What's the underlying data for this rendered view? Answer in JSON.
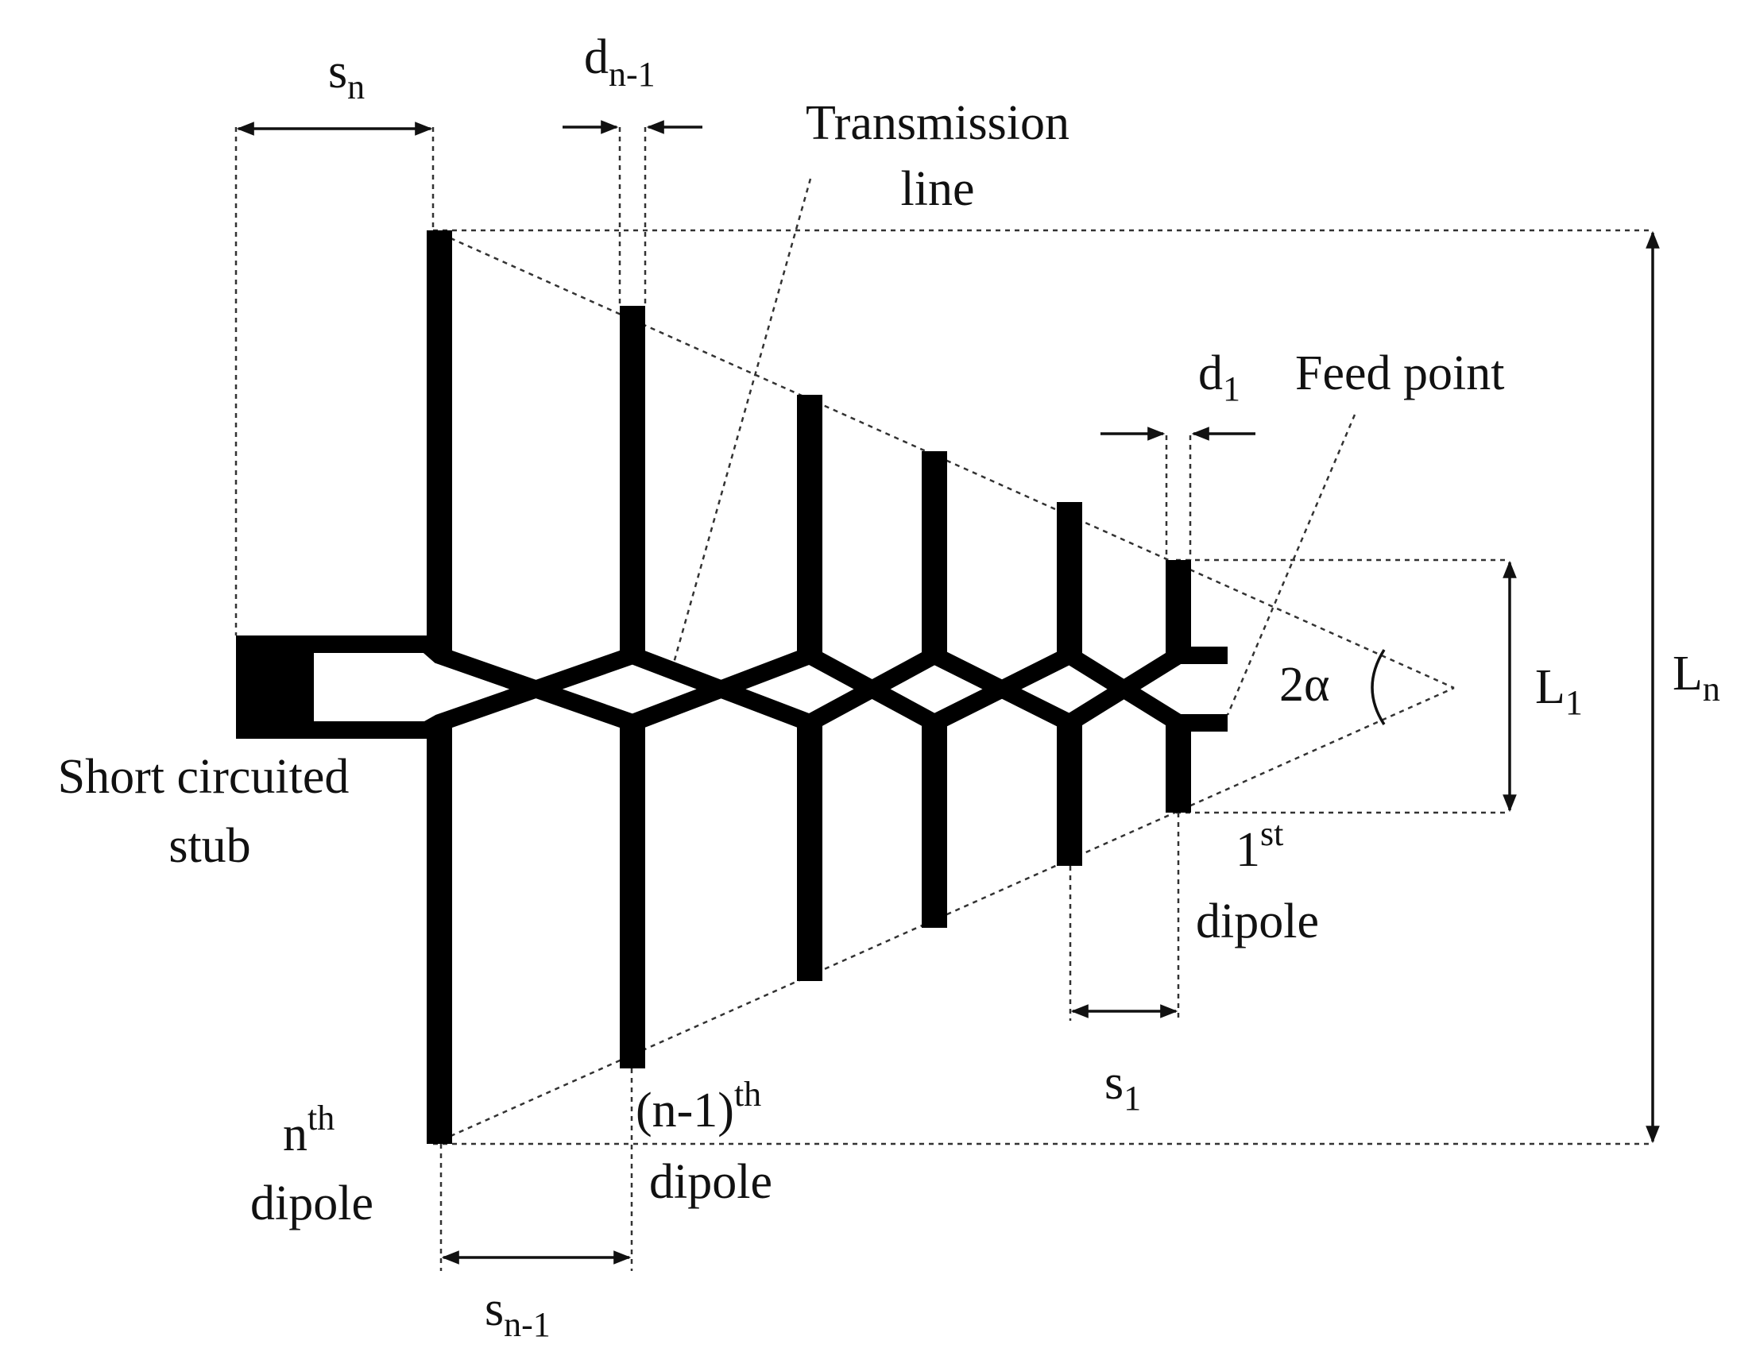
{
  "diagram": {
    "labels": {
      "s_n": "s",
      "s_n_sub": "n",
      "d_n1": "d",
      "d_n1_sub": "n-1",
      "transmission_line_1": "Transmission",
      "transmission_line_2": "line",
      "d_1": "d",
      "d_1_sub": "1",
      "feed_point": "Feed point",
      "two_alpha": "2α",
      "L_1": "L",
      "L_1_sub": "1",
      "L_n": "L",
      "L_n_sub": "n",
      "short_stub_1": "Short circuited",
      "short_stub_2": "stub",
      "first_dipole_num": "1",
      "first_dipole_sup": "st",
      "first_dipole_word": "dipole",
      "s_1": "s",
      "s_1_sub": "1",
      "nth_dipole_n": "n",
      "nth_dipole_sup": "th",
      "nth_dipole_word": "dipole",
      "n1_dipole_n": "(n-1)",
      "n1_dipole_sup": "th",
      "n1_dipole_word": "dipole",
      "s_n1": "s",
      "s_n1_sub": "n-1"
    }
  }
}
